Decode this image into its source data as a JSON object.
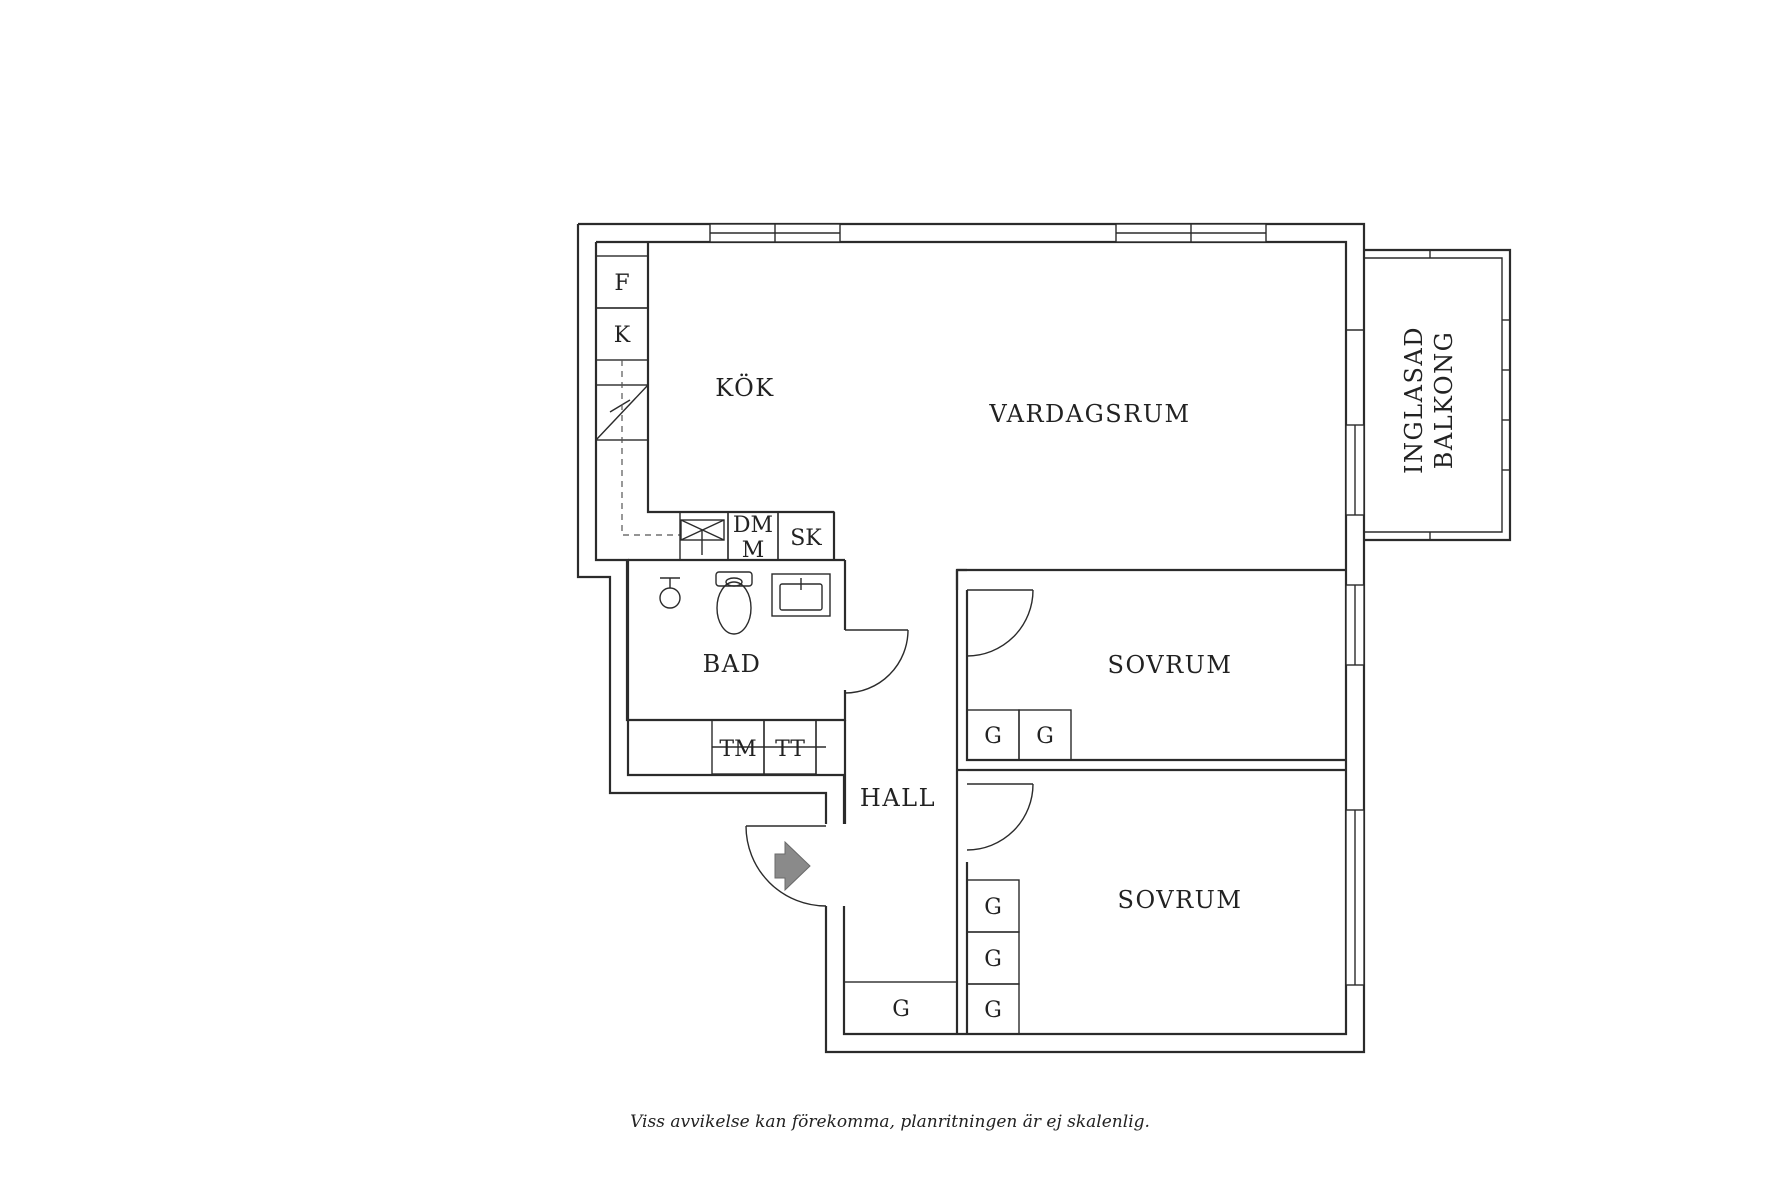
{
  "rooms": {
    "kok": "KÖK",
    "vardagsrum": "VARDAGSRUM",
    "bad": "BAD",
    "sovrum_1": "SOVRUM",
    "sovrum_2": "SOVRUM",
    "hall": "HALL",
    "balkong_line1": "INGLASAD",
    "balkong_line2": "BALKONG"
  },
  "fixtures": {
    "f": "F",
    "k": "K",
    "dm_line1": "DM",
    "dm_line2": "M",
    "sk": "SK",
    "tm": "TM",
    "tt": "TT",
    "g": "G"
  },
  "footer_note": "Viss avvikelse kan förekomma, planritningen är ej skalenlig."
}
